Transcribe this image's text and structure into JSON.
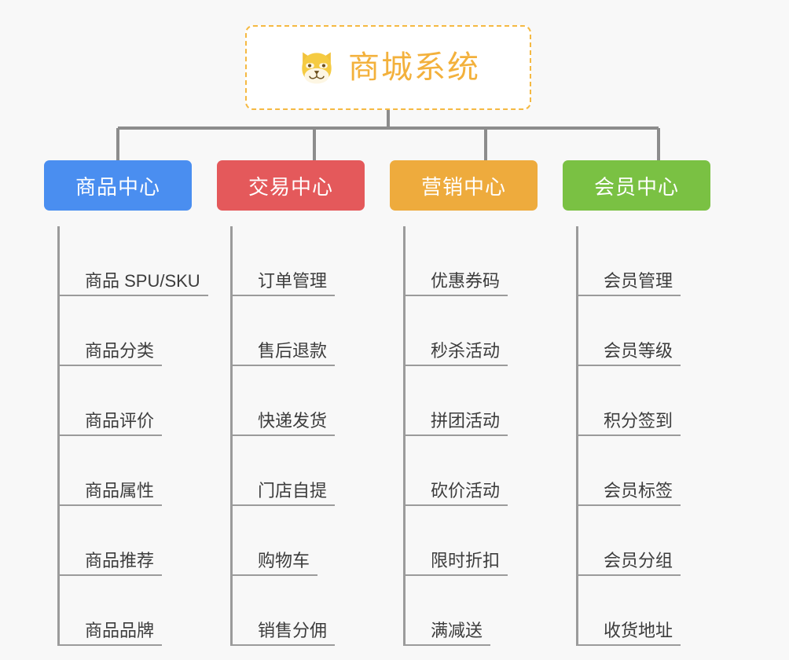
{
  "page": {
    "background_color": "#f8f8f8",
    "type": "org-chart"
  },
  "root": {
    "title": "商城系统",
    "icon": "shiba-dog-icon",
    "title_color": "#f3b13c",
    "border_color": "#f5b942",
    "card_background": "#ffffff"
  },
  "connector": {
    "color": "#8c8c8c"
  },
  "columns": [
    {
      "header": "商品中心",
      "color": "#4a8ef0",
      "items": [
        "商品 SPU/SKU",
        "商品分类",
        "商品评价",
        "商品属性",
        "商品推荐",
        "商品品牌"
      ]
    },
    {
      "header": "交易中心",
      "color": "#e4595b",
      "items": [
        "订单管理",
        "售后退款",
        "快递发货",
        "门店自提",
        "购物车",
        "销售分佣"
      ]
    },
    {
      "header": "营销中心",
      "color": "#eeab3d",
      "items": [
        "优惠券码",
        "秒杀活动",
        "拼团活动",
        "砍价活动",
        "限时折扣",
        "满减送"
      ]
    },
    {
      "header": "会员中心",
      "color": "#7ac143",
      "items": [
        "会员管理",
        "会员等级",
        "积分签到",
        "会员标签",
        "会员分组",
        "收货地址"
      ]
    }
  ]
}
